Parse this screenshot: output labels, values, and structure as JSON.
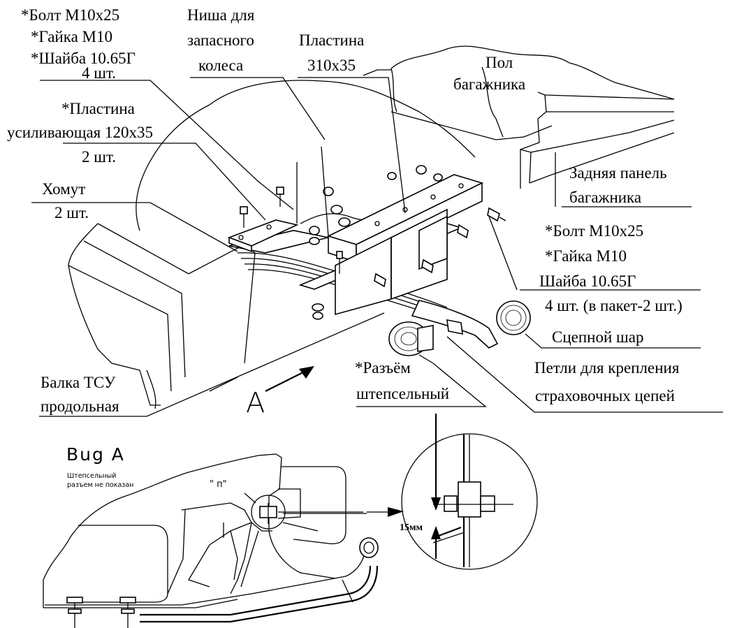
{
  "labels": {
    "bolts_top_1": "*Болт М10х25",
    "bolts_top_2": "*Гайка М10",
    "bolts_top_3": "*Шайба 10.65Г",
    "bolts_top_4": "4 шт.",
    "plate_reinf_1": "*Пластина",
    "plate_reinf_2": "усиливающая 120х35",
    "plate_reinf_3": "2 шт.",
    "niche_1": "Ниша для",
    "niche_2": "запасного",
    "niche_3": "колеса",
    "plate_1": "Пластина",
    "plate_2": "310х35",
    "floor_1": "Пол",
    "floor_2": "багажника",
    "rear_panel_1": "Задняя панель",
    "rear_panel_2": "багажника",
    "clamp_1": "Хомут",
    "clamp_2": "2 шт.",
    "bolts_right_1": "*Болт М10х25",
    "bolts_right_2": "*Гайка М10",
    "bolts_right_3": "Шайба 10.65Г",
    "bolts_right_4": "4 шт. (в пакет-2 шт.)",
    "ball": "Сцепной шар",
    "loops_1": "Петли для крепления",
    "loops_2": "страховочных цепей",
    "socket_1": "*Разъём",
    "socket_2": "штепсельный",
    "beam_1": "Балка ТСУ",
    "beam_2": "продольная",
    "view_arrow": "A",
    "view_title": "Bug A",
    "view_note_1": "Штепсельный",
    "view_note_2": "разъем не показан",
    "quote_p": "\" п\"",
    "dimension": "15мм"
  }
}
